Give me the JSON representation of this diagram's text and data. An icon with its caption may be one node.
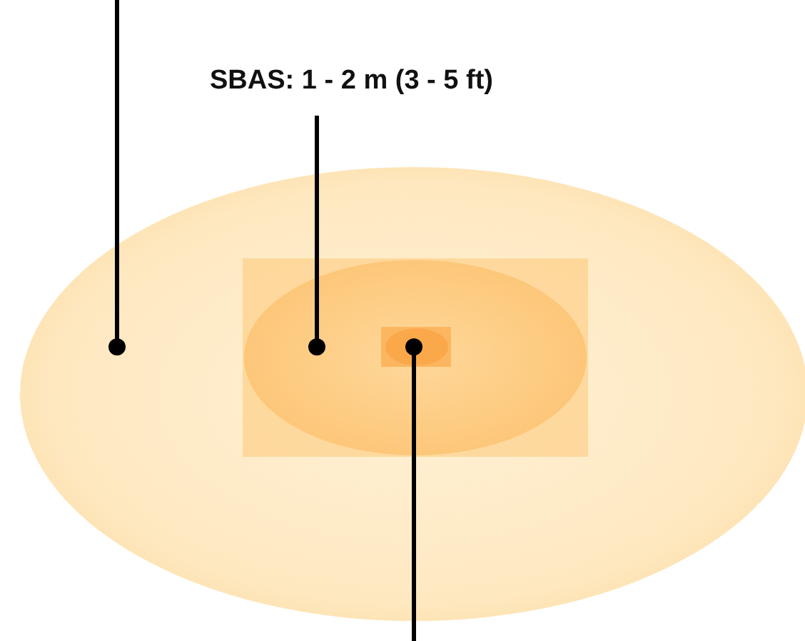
{
  "diagram": {
    "nodes": [
      {
        "text": [
          "SBAS: 1 - 2 m (3 - 5 ft)"
        ]
      },
      {
        "text": [],
        "shape": "ellipse"
      },
      {
        "text": [],
        "shape": "box",
        "in": 1
      },
      {
        "text": [],
        "shape": "ellipse",
        "in": 2
      },
      {
        "text": [],
        "shape": "box",
        "in": 3
      },
      {
        "text": [],
        "shape": "ellipse",
        "in": 4
      }
    ],
    "edges": [
      {
        "from": null,
        "to": 1,
        "arrow": "other"
      },
      {
        "from": 0,
        "to": 3,
        "arrow": "other"
      },
      {
        "from": null,
        "to": 5,
        "arrow": "other"
      }
    ]
  }
}
